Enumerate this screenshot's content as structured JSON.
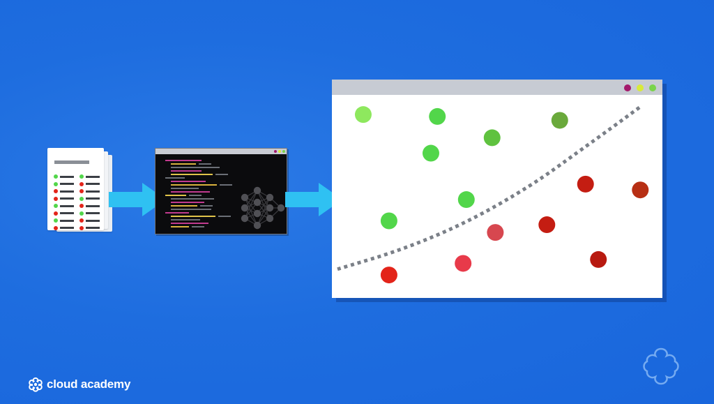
{
  "brand": {
    "name": "cloud academy"
  },
  "colors": {
    "background": "#1e6ddf",
    "arrow": "#2fc1f2",
    "window_bar": "#c7cbd3",
    "boundary": "#7b8088",
    "class_green": [
      "#8ee85e",
      "#52d64a",
      "#5fc23f",
      "#6aa93b"
    ],
    "class_red": [
      "#e3241a",
      "#e83a4a",
      "#d7474f",
      "#c41d12",
      "#b81a10",
      "#b72f14"
    ],
    "window_dots": [
      "#a3196b",
      "#d8ea3a",
      "#7ad44b"
    ]
  },
  "icons": [
    "document-stack-icon",
    "arrow-right-icon",
    "terminal-window-icon",
    "neural-network-icon",
    "cloud-academy-logo-icon"
  ],
  "chart_data": {
    "type": "scatter",
    "title": "",
    "xlabel": "",
    "ylabel": "",
    "grid": false,
    "xlim": [
      0,
      100
    ],
    "ylim": [
      0,
      100
    ],
    "series": [
      {
        "class": "green",
        "points": [
          {
            "x": 8,
            "y": 92,
            "color": "#8ee85e"
          },
          {
            "x": 31,
            "y": 91,
            "color": "#52d64a"
          },
          {
            "x": 69,
            "y": 89,
            "color": "#6aa93b"
          },
          {
            "x": 48,
            "y": 80,
            "color": "#5fc23f"
          },
          {
            "x": 29,
            "y": 72,
            "color": "#52d64a"
          },
          {
            "x": 40,
            "y": 48,
            "color": "#52d64a"
          },
          {
            "x": 16,
            "y": 37,
            "color": "#52d64a"
          }
        ]
      },
      {
        "class": "red",
        "points": [
          {
            "x": 77,
            "y": 56,
            "color": "#c41d12"
          },
          {
            "x": 94,
            "y": 53,
            "color": "#b72f14"
          },
          {
            "x": 65,
            "y": 35,
            "color": "#c41d12"
          },
          {
            "x": 49,
            "y": 31,
            "color": "#d7474f"
          },
          {
            "x": 39,
            "y": 15,
            "color": "#e83a4a"
          },
          {
            "x": 81,
            "y": 17,
            "color": "#b81a10"
          },
          {
            "x": 16,
            "y": 9,
            "color": "#e3241a"
          }
        ]
      }
    ],
    "boundary": {
      "style": "dashed",
      "points": [
        [
          0,
          12
        ],
        [
          20,
          22
        ],
        [
          40,
          36
        ],
        [
          60,
          55
        ],
        [
          75,
          73
        ],
        [
          85,
          85
        ],
        [
          94,
          96
        ]
      ]
    }
  }
}
